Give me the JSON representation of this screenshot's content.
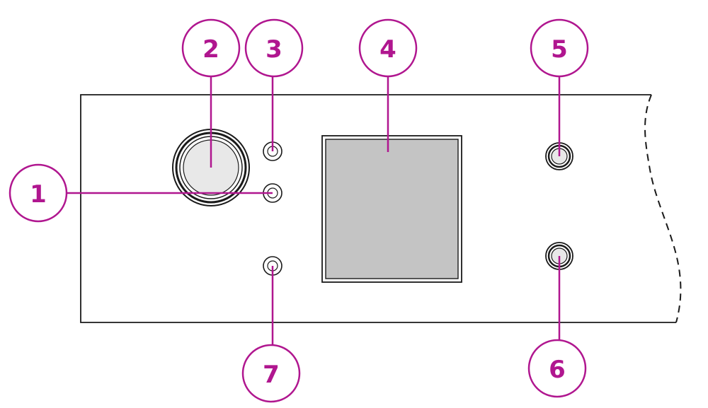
{
  "colors": {
    "callout": "#b0168f",
    "panel_stroke": "#1a1a1a",
    "display_fill": "#c4c4c4",
    "knob_fill": "#e8e8e8"
  },
  "callouts": [
    {
      "id": "1",
      "label": "1",
      "target": "lower-indicator-led"
    },
    {
      "id": "2",
      "label": "2",
      "target": "rotary-knob"
    },
    {
      "id": "3",
      "label": "3",
      "target": "upper-indicator-led"
    },
    {
      "id": "4",
      "label": "4",
      "target": "display-screen"
    },
    {
      "id": "5",
      "label": "5",
      "target": "upper-button"
    },
    {
      "id": "6",
      "label": "6",
      "target": "lower-button"
    },
    {
      "id": "7",
      "label": "7",
      "target": "bottom-indicator-led"
    }
  ]
}
